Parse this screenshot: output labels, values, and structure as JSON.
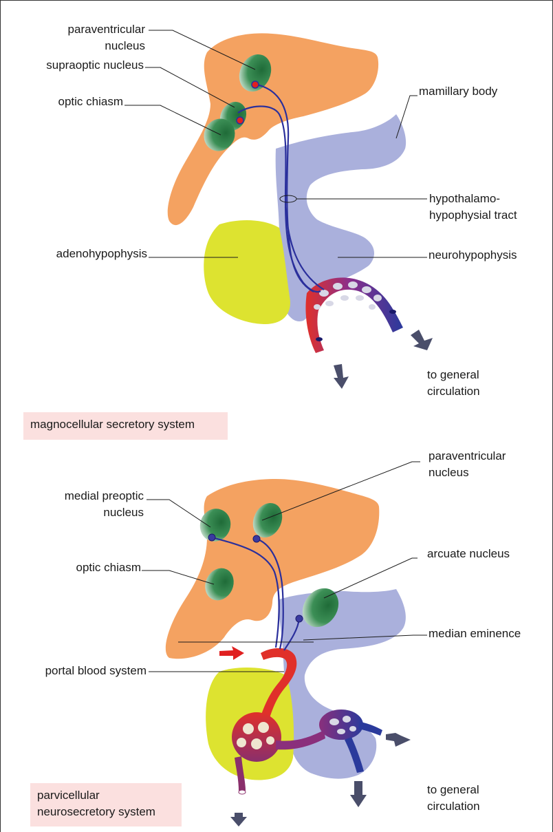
{
  "top": {
    "labels": {
      "paraventricular": "paraventricular\nnucleus",
      "supraoptic": "supraoptic nucleus",
      "optic_chiasm": "optic chiasm",
      "mamillary": "mamillary body",
      "tract": "hypothalamo-\nhypophysial tract",
      "adeno": "adenohypophysis",
      "neuro": "neurohypophysis",
      "circulation": "to general\ncirculation"
    },
    "caption": "magnocellular secretory system"
  },
  "bottom": {
    "labels": {
      "paraventricular": "paraventricular\nnucleus",
      "medial_preoptic": "medial preoptic\nnucleus",
      "optic_chiasm": "optic chiasm",
      "arcuate": "arcuate nucleus",
      "median_eminence": "median eminence",
      "portal": "portal blood system",
      "circulation": "to general\ncirculation"
    },
    "caption": "parvicellular\nneurosecretory system"
  },
  "colors": {
    "hypothalamus": "#f4a261",
    "neurohypophysis": "#aab0dc",
    "adenohypophysis": "#dde330",
    "nucleus": "#2e7d45",
    "axon": "#2a2f9c",
    "artery": "#e0302a",
    "vein": "#2a3a9c",
    "arrow": "#4a4e6a",
    "caption_bg": "#fbe0df"
  }
}
